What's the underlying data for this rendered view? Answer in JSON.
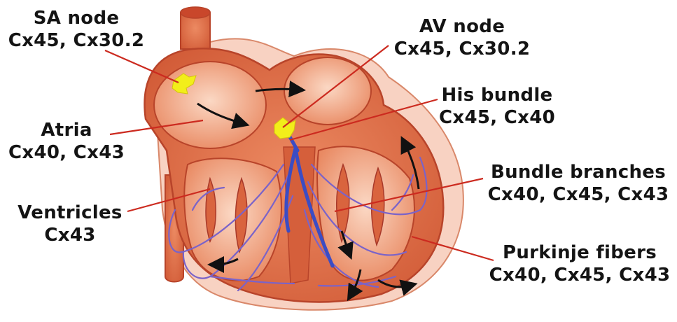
{
  "labels": {
    "sa_node": {
      "name": "SA node",
      "connexins": "Cx45, Cx30.2"
    },
    "av_node": {
      "name": "AV node",
      "connexins": "Cx45, Cx30.2"
    },
    "his_bundle": {
      "name": "His bundle",
      "connexins": "Cx45, Cx40"
    },
    "atria": {
      "name": "Atria",
      "connexins": "Cx40, Cx43"
    },
    "bundle_branches": {
      "name": "Bundle branches",
      "connexins": "Cx40, Cx45, Cx43"
    },
    "ventricles": {
      "name": "Ventricles",
      "connexins": "Cx43"
    },
    "purkinje_fibers": {
      "name": "Purkinje fibers",
      "connexins": "Cx40, Cx45, Cx43"
    }
  },
  "colors": {
    "heart_muscle": "#e0714a",
    "heart_outline": "#b8442a",
    "chamber_fill": "#f5b99a",
    "pericardium": "#f8d2c2",
    "node_yellow": "#f2ee1a",
    "bundle_blue": "#3b4cc4",
    "purkinje_purple": "#7a63c9",
    "leader_line": "#cc2a1f",
    "flow_arrow": "#111111"
  }
}
